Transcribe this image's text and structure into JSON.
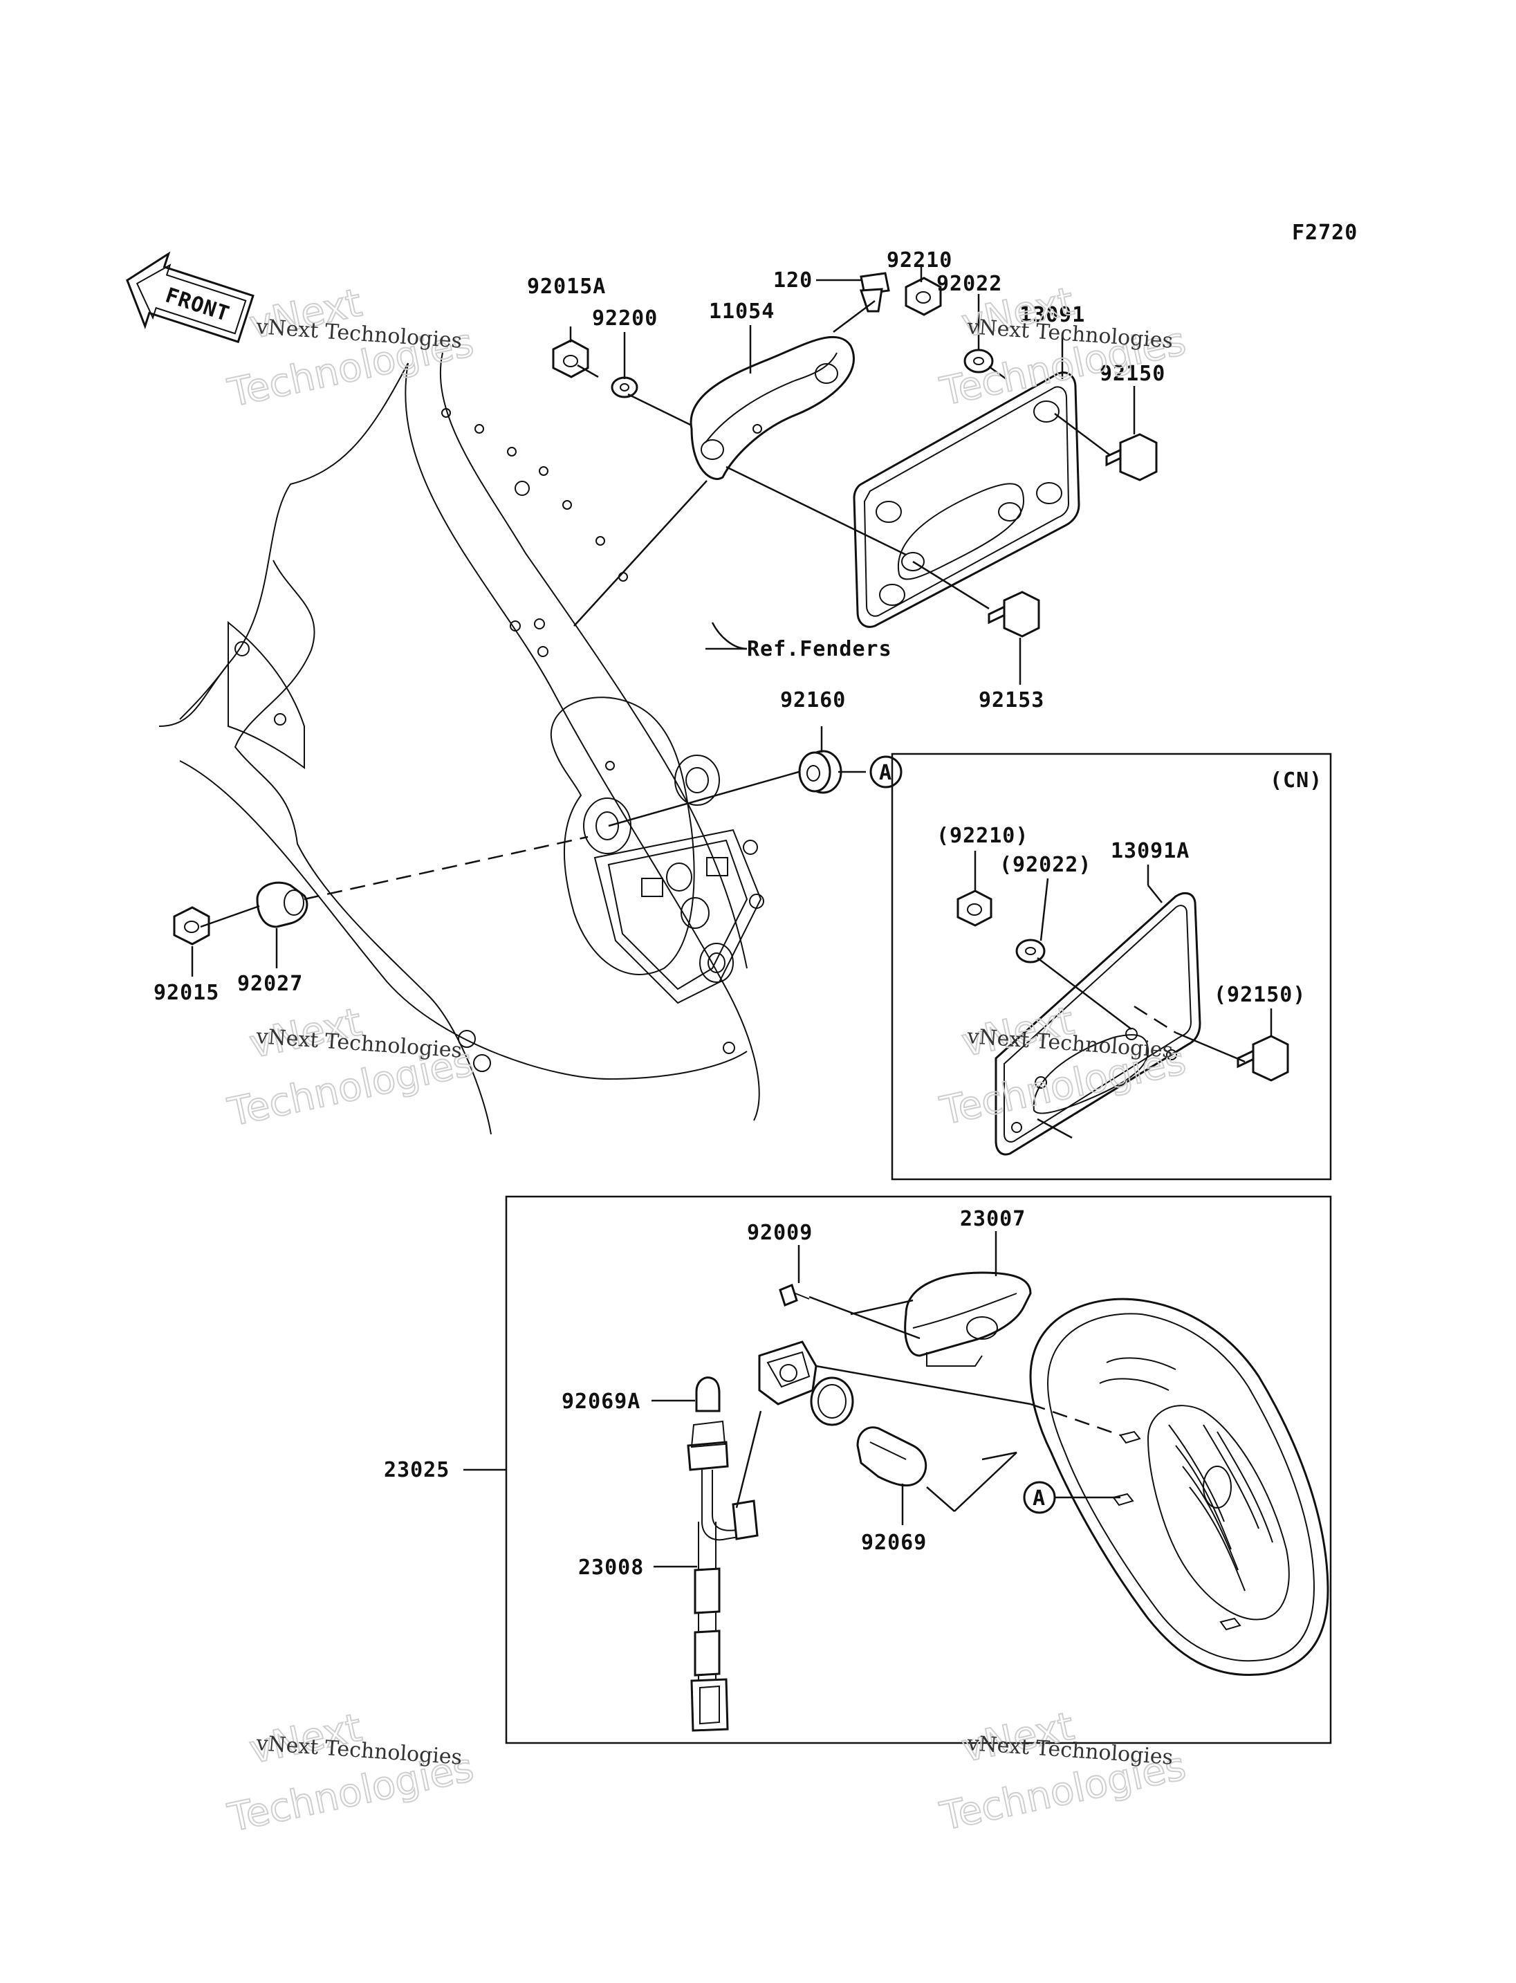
{
  "figure_code": "F2720",
  "front_label": "FRONT",
  "ref_label": "Ref.Fenders",
  "cn_label": "(CN)",
  "watermark": {
    "line1": "vNext Technologies",
    "line2": "vNext",
    "line3": "Technologies"
  },
  "parts": {
    "p92015A": "92015A",
    "p92200": "92200",
    "p11054": "11054",
    "p120": "120",
    "p92210": "92210",
    "p92022": "92022",
    "p13091": "13091",
    "p92150": "92150",
    "p92153": "92153",
    "p92160": "92160",
    "p92015": "92015",
    "p92027": "92027",
    "p92210cn": "(92210)",
    "p92022cn": "(92022)",
    "p13091A": "13091A",
    "p92150cn": "(92150)",
    "p92009": "92009",
    "p23007": "23007",
    "p92069A": "92069A",
    "p23025": "23025",
    "p23008": "23008",
    "p92069": "92069"
  },
  "markers": {
    "a1": "A",
    "a2": "A"
  }
}
